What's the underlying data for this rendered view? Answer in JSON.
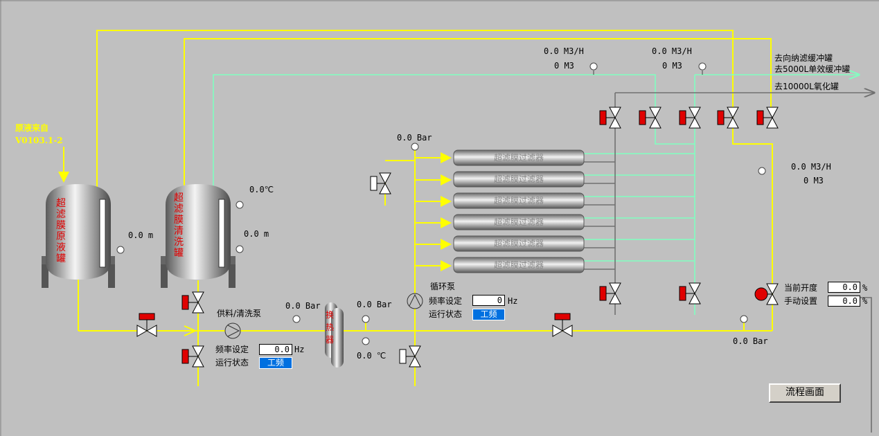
{
  "inlet": {
    "line1": "原液来自",
    "line2": "V0103.1-2"
  },
  "tanks": {
    "raw": "超滤膜原液罐",
    "wash": "超滤膜清洗罐"
  },
  "hx_label": "换热器",
  "filter_label": "超滤膜过滤器",
  "outlets": {
    "to_buffer_1": "去向纳滤缓冲罐",
    "to_buffer_2": "去5000L单效缓冲罐",
    "to_oxidation": "去10000L氧化罐"
  },
  "readings": {
    "flow1_rate": "0.0 M3/H",
    "flow1_total": "0 M3",
    "flow2_rate": "0.0 M3/H",
    "flow2_total": "0 M3",
    "flow3_rate": "0.0 M3/H",
    "flow3_total": "0 M3",
    "raw_level": "0.0 m",
    "wash_temp": "0.0℃",
    "wash_level": "0.0  m",
    "filter_pressure": "0.0 Bar",
    "p_before_hx": "0.0 Bar",
    "p_after_hx": "0.0 Bar",
    "t_after_hx": "0.0 ℃",
    "p_return": "0.0 Bar"
  },
  "feed_pump": {
    "name": "供料/清洗泵",
    "freq_label": "频率设定",
    "freq_value": "0.0",
    "freq_unit": "Hz",
    "state_label": "运行状态",
    "state": "工频"
  },
  "circ_pump": {
    "name": "循环泵",
    "freq_label": "频率设定",
    "freq_value": "0",
    "freq_unit": "Hz",
    "state_label": "运行状态",
    "state": "工频"
  },
  "control_valve": {
    "open_label": "当前开度",
    "open_value": "0.0",
    "manual_label": "手动设置",
    "manual_value": "0.0",
    "unit": "%"
  },
  "process_button": "流程画面",
  "colors": {
    "background": "#c0c0c0",
    "feed_line": "#ffff00",
    "permeate_line": "#80ffc0",
    "valve_actuator": "#e00000",
    "state_badge": "#0070e0"
  }
}
